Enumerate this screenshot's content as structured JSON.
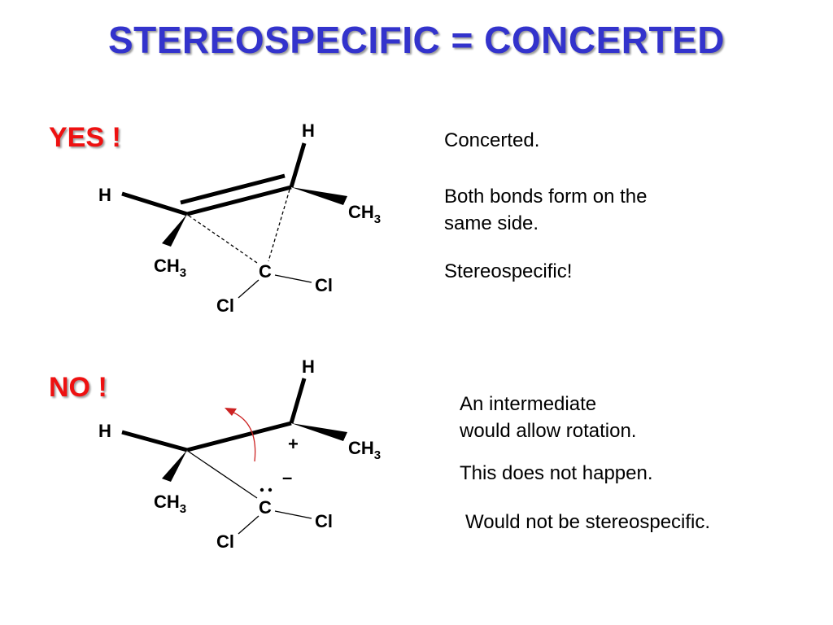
{
  "slide": {
    "title": "STEREOSPECIFIC = CONCERTED",
    "title_color": "#3333cc",
    "verdict_color": "#ee1111"
  },
  "yes_panel": {
    "verdict": "YES !",
    "atoms": {
      "h_top": "H",
      "h_left": "H",
      "ch3_right": "CH",
      "ch3_right_sub": "3",
      "ch3_left": "CH",
      "ch3_left_sub": "3",
      "carbon": "C",
      "cl_right": "Cl",
      "cl_left": "Cl"
    },
    "notes": [
      "Concerted.",
      "Both bonds form on the",
      "same side.",
      "Stereospecific!"
    ]
  },
  "no_panel": {
    "verdict": "NO !",
    "atoms": {
      "h_top": "H",
      "h_left": "H",
      "ch3_right": "CH",
      "ch3_right_sub": "3",
      "ch3_left": "CH",
      "ch3_left_sub": "3",
      "carbon": "C",
      "cl_right": "Cl",
      "cl_left": "Cl",
      "plus": "+",
      "minus": "–"
    },
    "notes": [
      "An intermediate",
      "would allow rotation.",
      "This does not happen.",
      "Would not be stereospecific."
    ],
    "rotation_arrow_color": "#cc2222"
  }
}
